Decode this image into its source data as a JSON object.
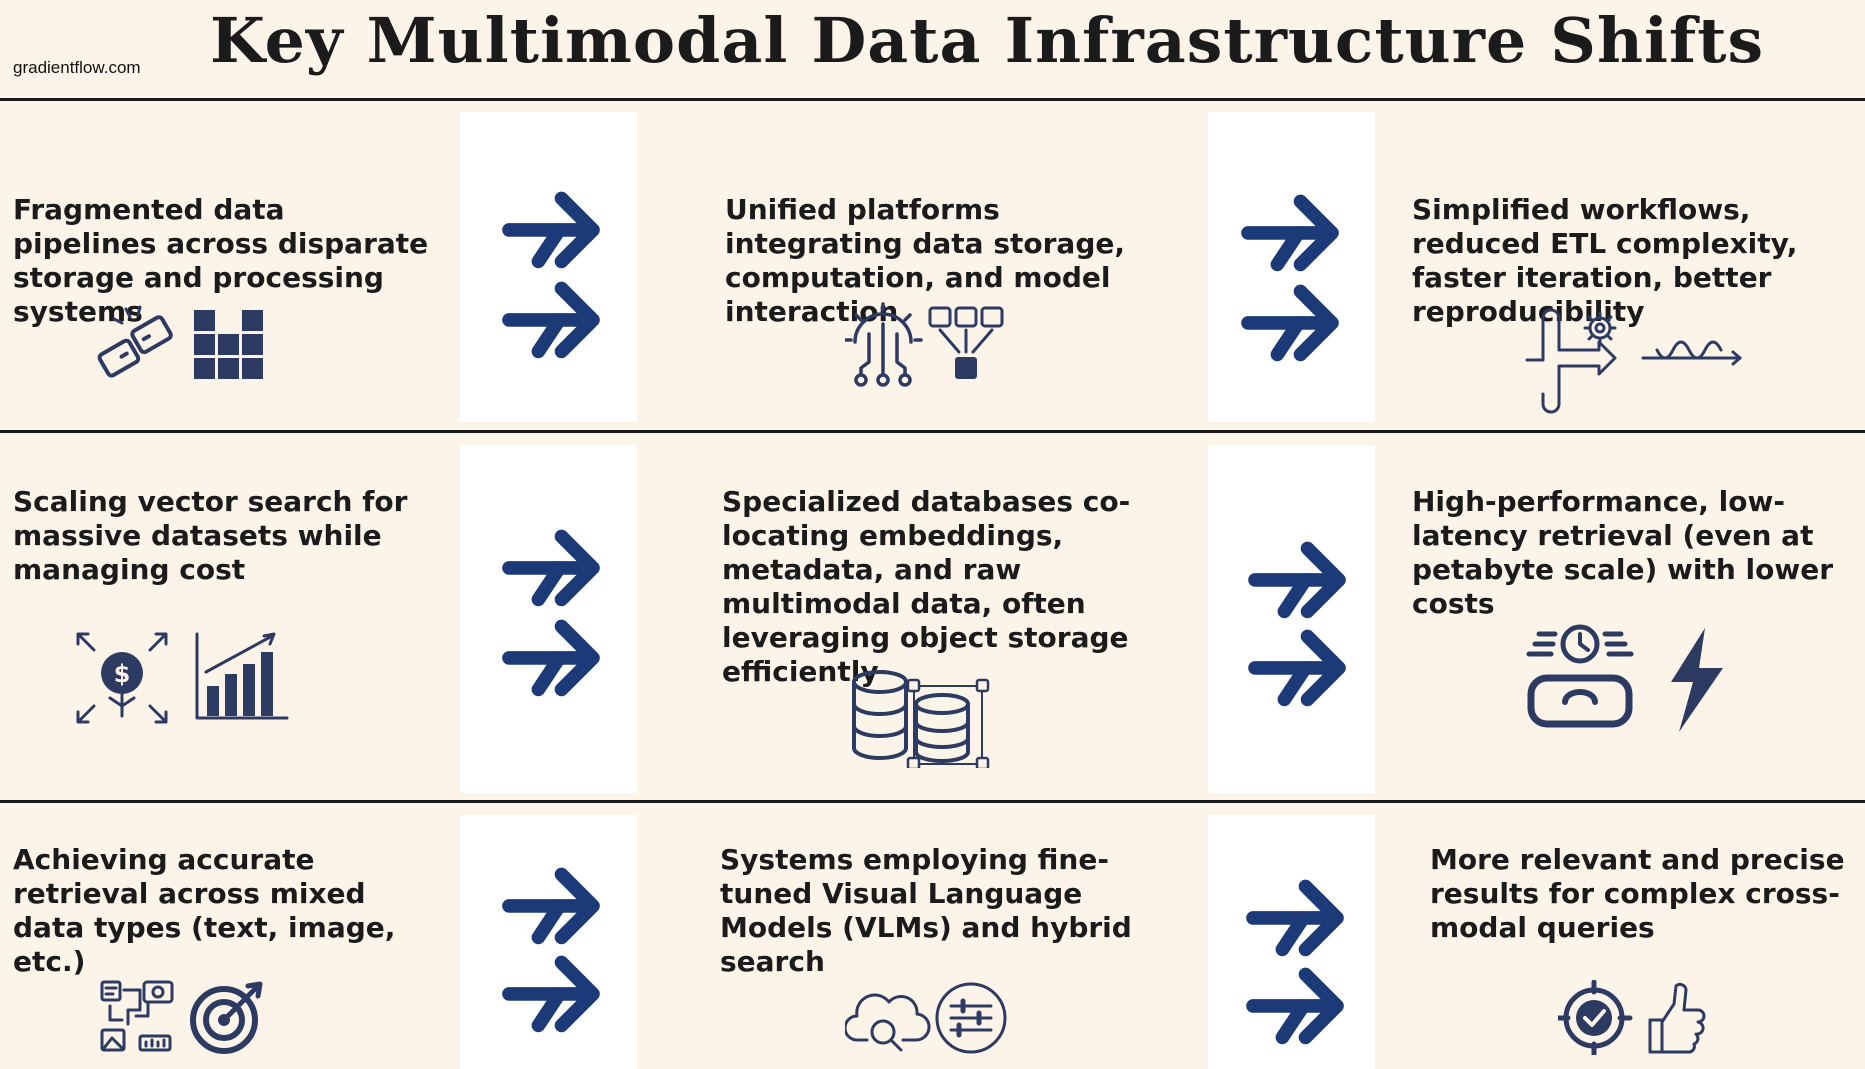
{
  "header": {
    "source": "gradientflow.com",
    "title": "Key Multimodal Data Infrastructure Shifts"
  },
  "rows": [
    {
      "challenge": {
        "text": "Fragmented data pipelines across disparate storage and processing systems",
        "icons": [
          "broken-link-icon",
          "fragmented-grid-icon"
        ]
      },
      "solution": {
        "text": "Unified platforms integrating data storage, computation, and model interaction",
        "icons": [
          "gear-circuit-icon",
          "merge-blocks-icon"
        ]
      },
      "outcome": {
        "text": "Simplified workflows, reduced ETL complexity, faster iteration, better reproducibility",
        "icons": [
          "workflow-gear-icon",
          "wave-arrow-icon"
        ]
      }
    },
    {
      "challenge": {
        "text": "Scaling vector search for massive datasets while managing cost",
        "icons": [
          "cost-scaling-icon",
          "bar-growth-icon"
        ]
      },
      "solution": {
        "text": "Specialized databases co-locating embeddings, metadata, and raw multimodal data, often leveraging object storage efficiently",
        "icons": [
          "database-selection-icon"
        ]
      },
      "outcome": {
        "text": "High-performance, low-latency retrieval (even at petabyte scale) with lower costs",
        "icons": [
          "speed-gauge-icon",
          "lightning-icon"
        ]
      }
    },
    {
      "challenge": {
        "text": "Achieving accurate retrieval across mixed data types (text, image, etc.)",
        "icons": [
          "mixed-data-icon",
          "target-icon"
        ]
      },
      "solution": {
        "text": "Systems employing fine-tuned Visual Language Models (VLMs) and hybrid search",
        "icons": [
          "cloud-search-icon",
          "sliders-icon"
        ]
      },
      "outcome": {
        "text": "More relevant and precise results for complex cross-modal queries",
        "icons": [
          "precision-check-icon",
          "thumbs-up-icon"
        ]
      }
    }
  ],
  "colors": {
    "background": "#fdf4e9",
    "arrow": "#1d3a78",
    "icon": "#2d3b62",
    "arrow_column": "#ffffff"
  }
}
